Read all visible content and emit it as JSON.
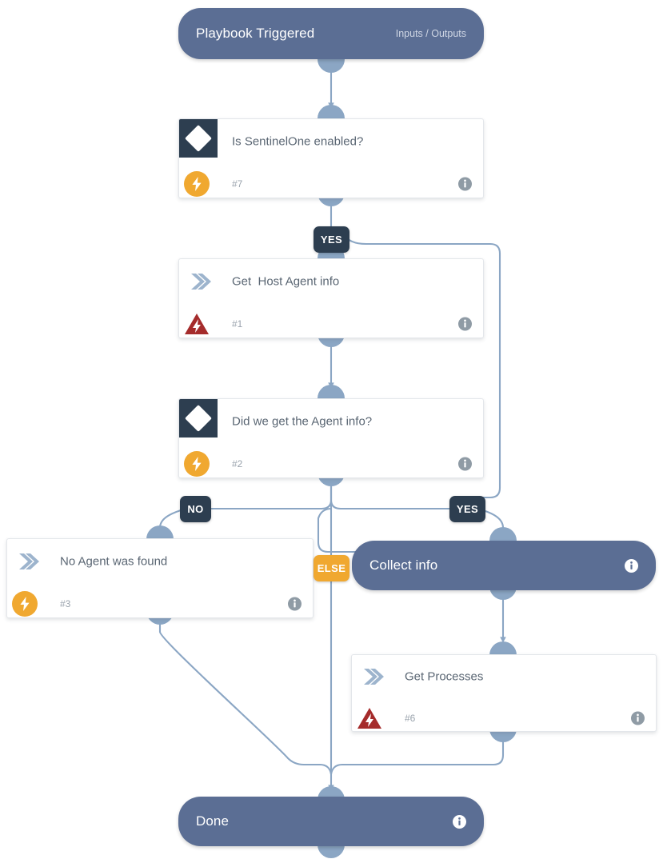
{
  "diagram": {
    "type": "playbook-flow",
    "background": "#ffffff",
    "palette": {
      "terminal_fill": "#5b6e94",
      "condition_badge": "#2d3e50",
      "accent_amber": "#f0a830",
      "warning_red": "#a52c2c",
      "connector": "#8ba6c4",
      "card_text": "#5a6673"
    },
    "nodes": [
      {
        "id": "trigger",
        "kind": "terminal",
        "title": "Playbook Triggered",
        "subtitle": "Inputs / Outputs",
        "has_info": false
      },
      {
        "id": "cond7",
        "kind": "condition",
        "title": "Is SentinelOne enabled?",
        "number": "#7",
        "badge": "diamond-icon",
        "status_icon": "bolt-circle-icon",
        "has_info": true
      },
      {
        "id": "act1",
        "kind": "action",
        "title": "Get  Host Agent info",
        "number": "#1",
        "badge": "chevron-double-right-icon",
        "status_icon": "warning-triangle-bolt-icon",
        "has_info": true
      },
      {
        "id": "cond2",
        "kind": "condition",
        "title": "Did we get the Agent info?",
        "number": "#2",
        "badge": "diamond-icon",
        "status_icon": "bolt-circle-icon",
        "has_info": true
      },
      {
        "id": "act3",
        "kind": "action",
        "title": "No Agent was found",
        "number": "#3",
        "badge": "chevron-double-right-icon",
        "status_icon": "bolt-circle-icon",
        "has_info": true
      },
      {
        "id": "collect",
        "kind": "terminal",
        "title": "Collect info",
        "subtitle": "",
        "has_info": true
      },
      {
        "id": "act6",
        "kind": "action",
        "title": "Get Processes",
        "number": "#6",
        "badge": "chevron-double-right-icon",
        "status_icon": "warning-triangle-bolt-icon",
        "has_info": true
      },
      {
        "id": "done",
        "kind": "terminal",
        "title": "Done",
        "subtitle": "",
        "has_info": true
      }
    ],
    "branch_labels": [
      {
        "id": "yes1",
        "text": "YES",
        "style": "dark"
      },
      {
        "id": "no1",
        "text": "NO",
        "style": "dark"
      },
      {
        "id": "yes2",
        "text": "YES",
        "style": "dark"
      },
      {
        "id": "else1",
        "text": "ELSE",
        "style": "amber"
      }
    ]
  }
}
